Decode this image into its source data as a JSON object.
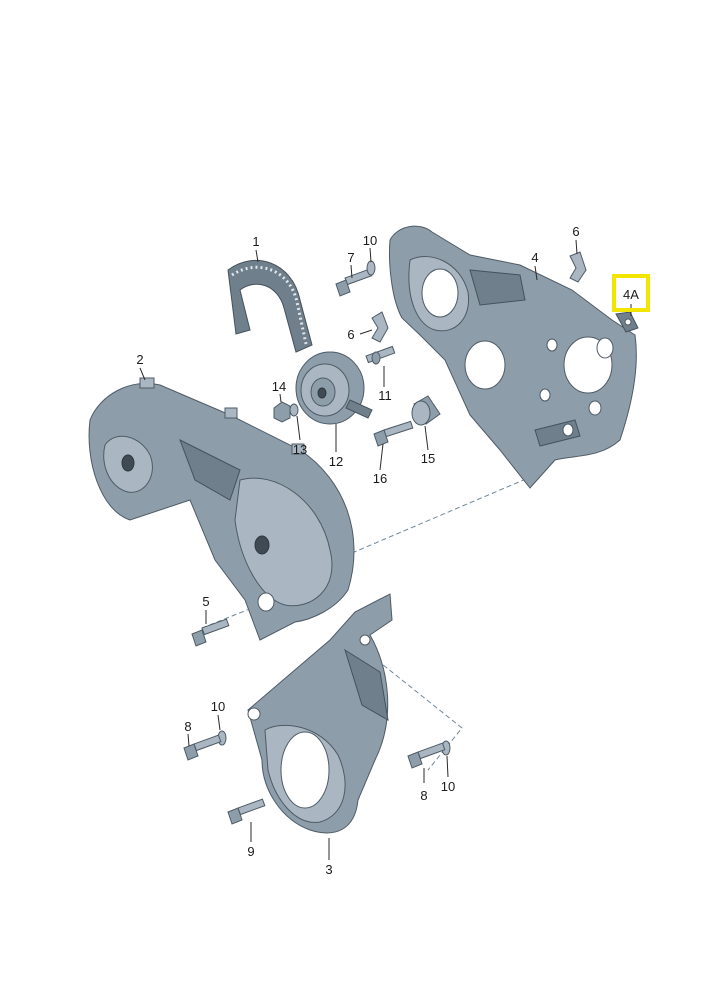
{
  "labels": {
    "l1": "1",
    "l2": "2",
    "l3": "3",
    "l4": "4",
    "l4a": "4A",
    "l5": "5",
    "l6a": "6",
    "l6b": "6",
    "l7": "7",
    "l8a": "8",
    "l8b": "8",
    "l9": "9",
    "l10a": "10",
    "l10b": "10",
    "l10c": "10",
    "l11": "11",
    "l12": "12",
    "l13": "13",
    "l14": "14",
    "l15": "15",
    "l16": "16"
  },
  "highlight": {
    "label": "4A",
    "color": "#f2e600"
  },
  "colors": {
    "part": "#8e9daa",
    "outline": "#4d5b66",
    "leader": "#2a2a2a"
  }
}
